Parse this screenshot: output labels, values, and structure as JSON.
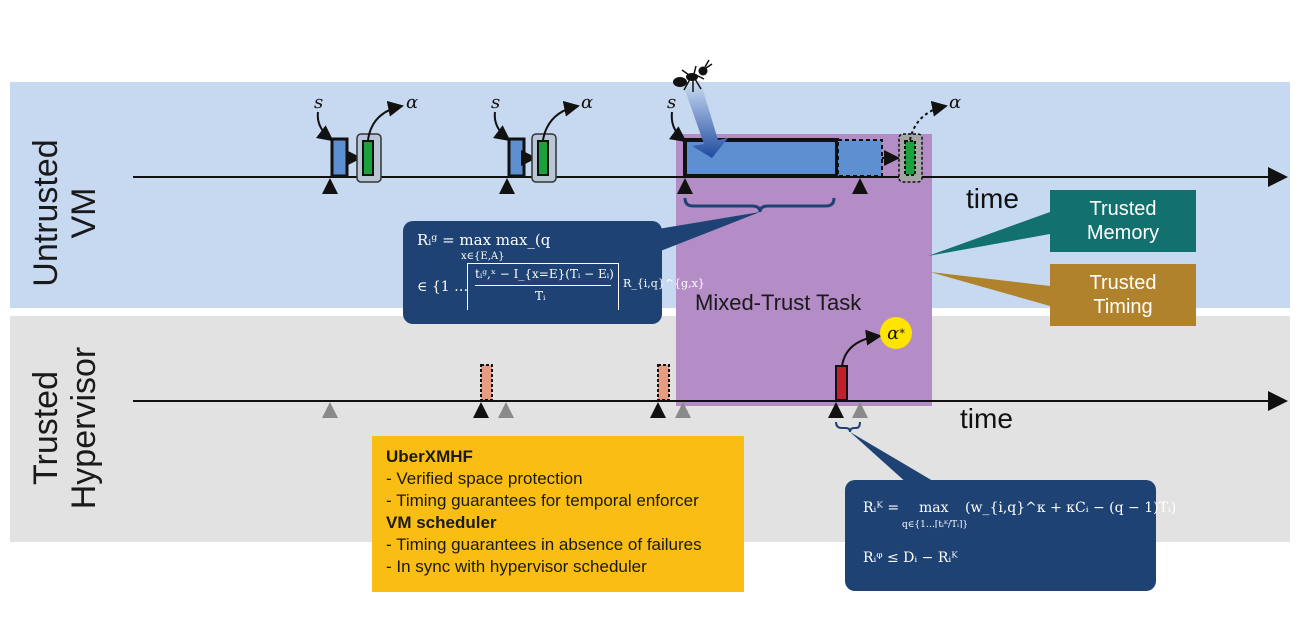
{
  "lanes": {
    "untrusted": {
      "label_line1": "Untrusted",
      "label_line2": "VM",
      "time_label": "time"
    },
    "trusted": {
      "label_line1": "Trusted",
      "label_line2": "Hypervisor",
      "time_label": "time"
    }
  },
  "symbols": {
    "start": "s",
    "alpha": "α",
    "alpha_star": "α",
    "alpha_star_sup": "*"
  },
  "mixed_trust_label": "Mixed-Trust Task",
  "callouts": {
    "memory": {
      "line1": "Trusted",
      "line2": "Memory",
      "color": "#12706e"
    },
    "timing": {
      "line1": "Trusted",
      "line2": "Timing",
      "color": "#b0822b"
    }
  },
  "formula_vm": {
    "line1": "Rᵢᵍ = max max_(q",
    "line1_sub": "x∈{E,A}",
    "line2_prefix": "∈ {1 …",
    "frac_num": "tᵢᵍ,ˣ − I_{x=E}(Tᵢ − Eᵢ)",
    "frac_den": "Tᵢ",
    "line2_suffix": "R_{i,q}^{g,x}"
  },
  "formula_hv": {
    "line1_lhs": "Rᵢᴷ =",
    "line1_op": "max",
    "line1_sub": "q∈{1…⌈tᵢᴷ/Tᵢ⌉}",
    "line1_rhs": "(w_{i,q}^κ + κCᵢ − (q − 1)Tᵢ)",
    "line2": "Rᵢᵠ ≤ Dᵢ − Rᵢᴷ"
  },
  "features": {
    "h1": "UberXMHF",
    "items1": [
      "- Verified space protection",
      "- Timing guarantees for temporal enforcer"
    ],
    "h2": "VM scheduler",
    "items2": [
      "- Timing guarantees in absence of failures",
      "- In sync with hypervisor scheduler"
    ]
  },
  "colors": {
    "vm_lane": "#c6d9f1",
    "hv_lane": "#e2e2e2",
    "mixed": "#b48cc6",
    "formula_bg": "#1e4273",
    "feature_bg": "#f9bd14",
    "job_blue": "#5e8fd0",
    "job_green": "#1aa33c",
    "job_red": "#c0202a",
    "job_salmon": "#e79b80"
  }
}
